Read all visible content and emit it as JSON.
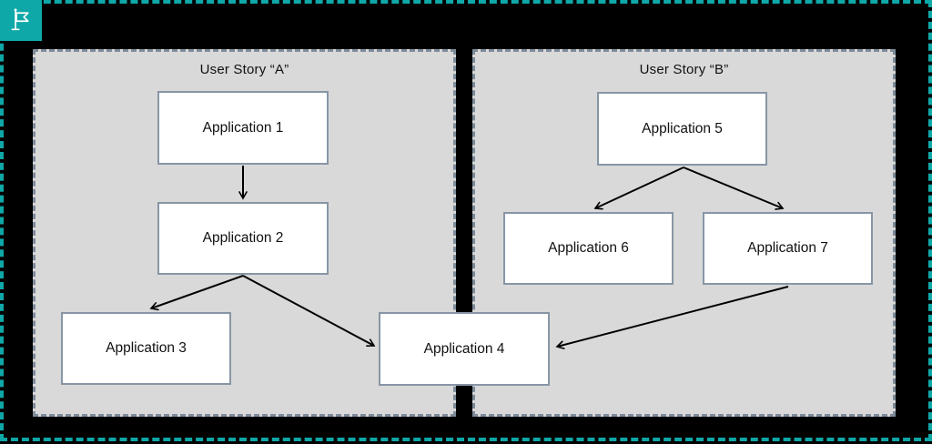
{
  "page": {
    "background_color": "#000000",
    "accent_teal": "#0FA8A8"
  },
  "groups": [
    {
      "title": "User Story “A”"
    },
    {
      "title": "User Story “B”"
    }
  ],
  "nodes": [
    {
      "id": "application-1",
      "label": "Application 1",
      "group": "User Story “A”"
    },
    {
      "id": "application-2",
      "label": "Application 2",
      "group": "User Story “A”"
    },
    {
      "id": "application-3",
      "label": "Application 3",
      "group": "User Story “A”"
    },
    {
      "id": "application-4",
      "label": "Application 4",
      "group": "User Story “A” + User Story “B”"
    },
    {
      "id": "application-5",
      "label": "Application 5",
      "group": "User Story “B”"
    },
    {
      "id": "application-6",
      "label": "Application 6",
      "group": "User Story “B”"
    },
    {
      "id": "application-7",
      "label": "Application 7",
      "group": "User Story “B”"
    }
  ],
  "edges": [
    {
      "from": "Application 1",
      "to": "Application 2"
    },
    {
      "from": "Application 2",
      "to": "Application 3"
    },
    {
      "from": "Application 2",
      "to": "Application 4"
    },
    {
      "from": "Application 5",
      "to": "Application 6"
    },
    {
      "from": "Application 5",
      "to": "Application 7"
    },
    {
      "from": "Application 7",
      "to": "Application 4"
    }
  ],
  "colors": {
    "panel_fill": "#D9D9D9",
    "panel_border": "#7E8B99",
    "node_fill": "#FFFFFF",
    "node_border": "#8796A5",
    "edge_color": "#000000",
    "text_color": "#111111"
  }
}
